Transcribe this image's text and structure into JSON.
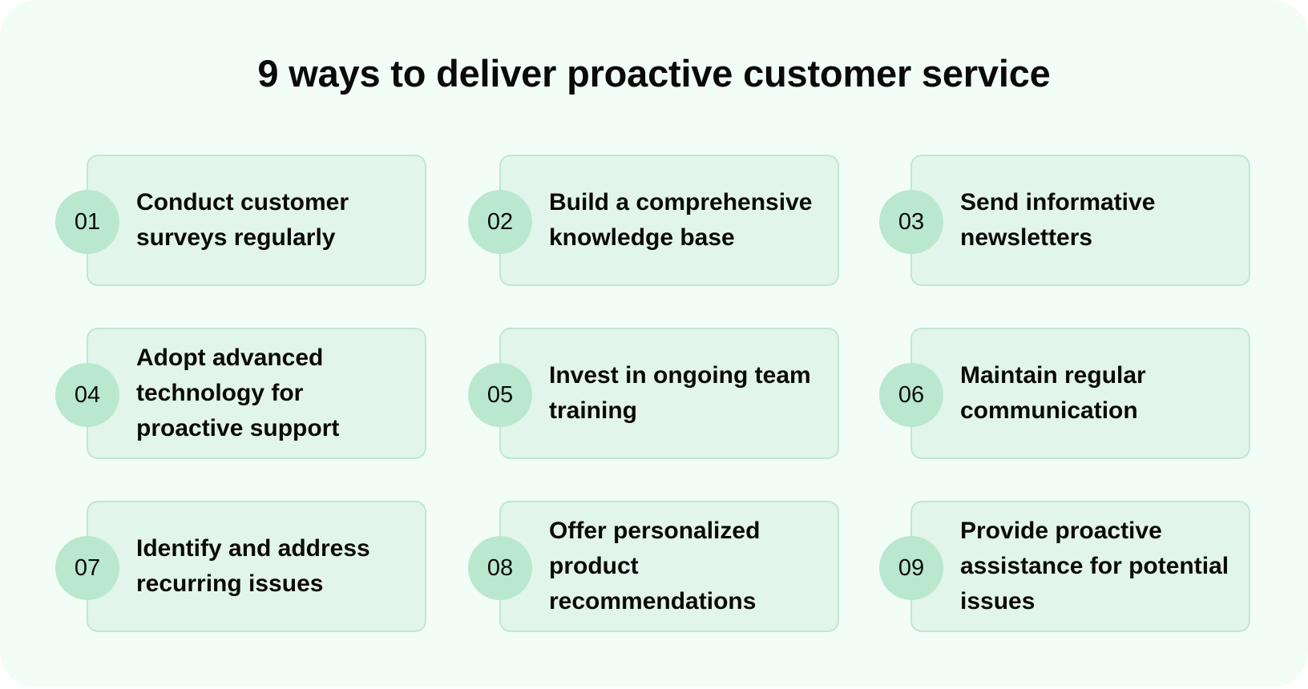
{
  "title": "9 ways to deliver proactive customer service",
  "colors": {
    "background": "#F3FDF8",
    "card": "#E2F5EA",
    "card_border": "#BFE8D2",
    "badge": "#BAE8CF",
    "text": "#0a0a0a"
  },
  "items": [
    {
      "number": "01",
      "label": "Conduct customer surveys regularly"
    },
    {
      "number": "02",
      "label": "Build a comprehensive knowledge base"
    },
    {
      "number": "03",
      "label": "Send informative newsletters"
    },
    {
      "number": "04",
      "label": "Adopt advanced technology for proactive support"
    },
    {
      "number": "05",
      "label": "Invest in ongoing team training"
    },
    {
      "number": "06",
      "label": "Maintain regular communication"
    },
    {
      "number": "07",
      "label": "Identify and address recurring issues"
    },
    {
      "number": "08",
      "label": "Offer personalized product recommendations"
    },
    {
      "number": "09",
      "label": "Provide proactive assistance for potential issues"
    }
  ]
}
